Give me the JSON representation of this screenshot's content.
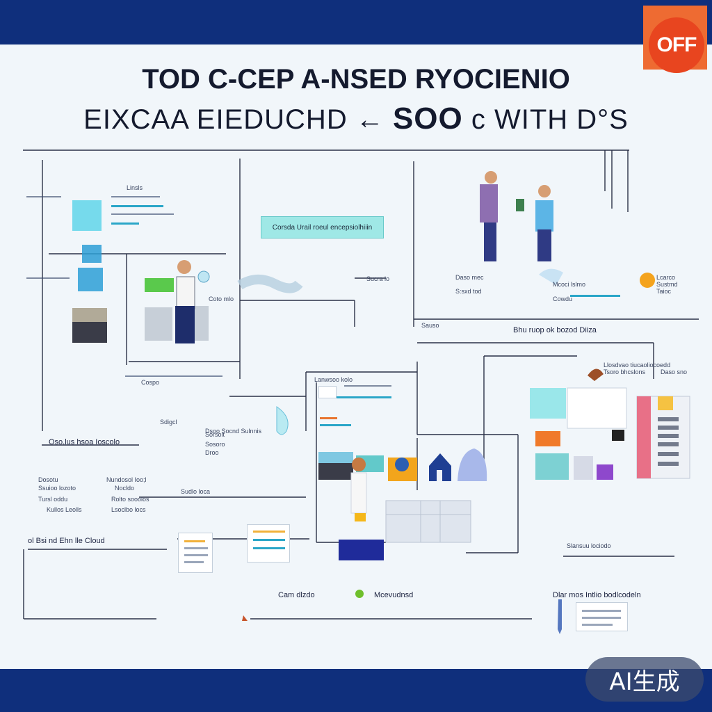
{
  "header": {
    "logo_text": "OFF",
    "title_line1": "TOD C-CEP A-NSED RYOCIENIO",
    "title_line2_a": "EIXCAA EIEDUCHD ← ",
    "title_line2_b": "SOO",
    "title_line2_c": " c WITH D°S"
  },
  "center_chip": "Corsda Urail roeul encepsiolhiiin",
  "labels": {
    "top_left": "Linsls",
    "top_mid": "Coto mlo",
    "left_sub": "Cospo",
    "middle_a": "Sucra lo",
    "middle_b": "Sauso",
    "team_a": "Daso mec",
    "team_b": "S:sxd tod",
    "team_c": "Mcoci lslmo",
    "team_d": "Cowdu",
    "right_a": "Lcarco",
    "right_b": "Sustmd",
    "right_c": "Taioc",
    "right_flow": "Bhu ruop ok bozod Diiza",
    "mid_doc_title": "Lanwsoo kolo",
    "wave_label": "Sdigcl",
    "right_legend_a": "Llosdvao tiucaoliocoedd",
    "right_legend_b": "Tsoro bhcslons",
    "right_legend_c": "Daso sno",
    "left_note": "Dsoo Socnd Sulnnis",
    "left_cta": "Oso.lus hsoa Ioscolo",
    "panel_a_1": "Dosotu",
    "panel_a_2": "Ssuioo lozoto",
    "panel_a_3": "Tursl oddu",
    "panel_a_4": "Kullos Leolls",
    "panel_b_1": "Nundosol Ioo;l",
    "panel_b_2": "Nocldo",
    "panel_b_3": "Rolto sooolos",
    "panel_b_4": "Lsoclbo locs",
    "panel_c": "Sudlo loca",
    "panel_d_1": "Sorsolt",
    "panel_d_2": "Sosoro",
    "panel_d_3": "Droo",
    "bottom_left": "ol Bsi nd Ehn lle Cloud",
    "bottom_cam": "Cam dlzdo",
    "bottom_mid": "Mcevudnsd",
    "bottom_right_caption": "Slansuu lociodo",
    "bottom_right_doc": "Dlar mos Intlio bodlcodeln"
  },
  "palette": {
    "navy": "#0f2f7c",
    "accent_orange": "#ee6b32",
    "cyan": "#2aa6c8",
    "line": "#2b3147"
  },
  "watermark": "AI生成"
}
